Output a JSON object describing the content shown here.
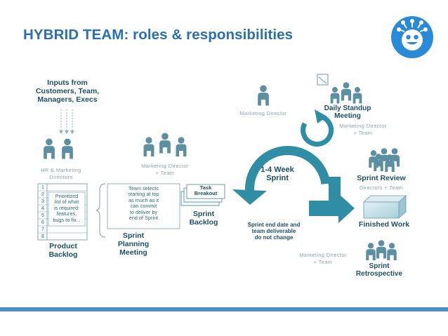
{
  "slide": {
    "title": "HYBRID TEAM: roles & responsibilities",
    "logo_icon": "smiley-robot-icon"
  },
  "diagram": {
    "inputs": "Inputs from\nCustomers, Team,\nManagers, Execs",
    "hr_marketing": "HR & Marketing\nDirectors",
    "backlog_rows": [
      "1",
      "2",
      "3",
      "4",
      "5",
      "6",
      "7",
      "8"
    ],
    "backlog_note": "Prioritized\nlist of what\nis required:\nfeatures,\nbugs to fix...",
    "product_backlog": "Product\nBacklog",
    "md_team_left": "Marketing Director\n+ Team",
    "team_selects": "Team selects\nstarting at top\nas much as it\ncan commit\nto deliver by\nend of Sprint",
    "sprint_planning": "Sprint\nPlanning\nMeeting",
    "task_breakout": "Task\nBreakout",
    "sprint_backlog": "Sprint\nBacklog",
    "marketing_director": "Marketing Director",
    "sprint_cycle": "1-4 Week\nSprint",
    "sprint_end": "Sprint end date and\nteam deliverable\ndo not change",
    "daily_standup": "Daily Standup\nMeeting",
    "md_team_standup": "Marketing Director\n+ Team",
    "sprint_review": "Sprint Review",
    "directors_team": "Directors + Team",
    "finished_work": "Finished Work",
    "md_team_retro": "Marketing Director\n+ Team",
    "sprint_retro": "Sprint\nRetrospective",
    "colors": {
      "title": "#2a6fb1",
      "teal": "#2f8ea3",
      "dark_text": "#1e4f68",
      "light_text": "#8aa6b3",
      "bar": "#4b8fc0"
    }
  }
}
